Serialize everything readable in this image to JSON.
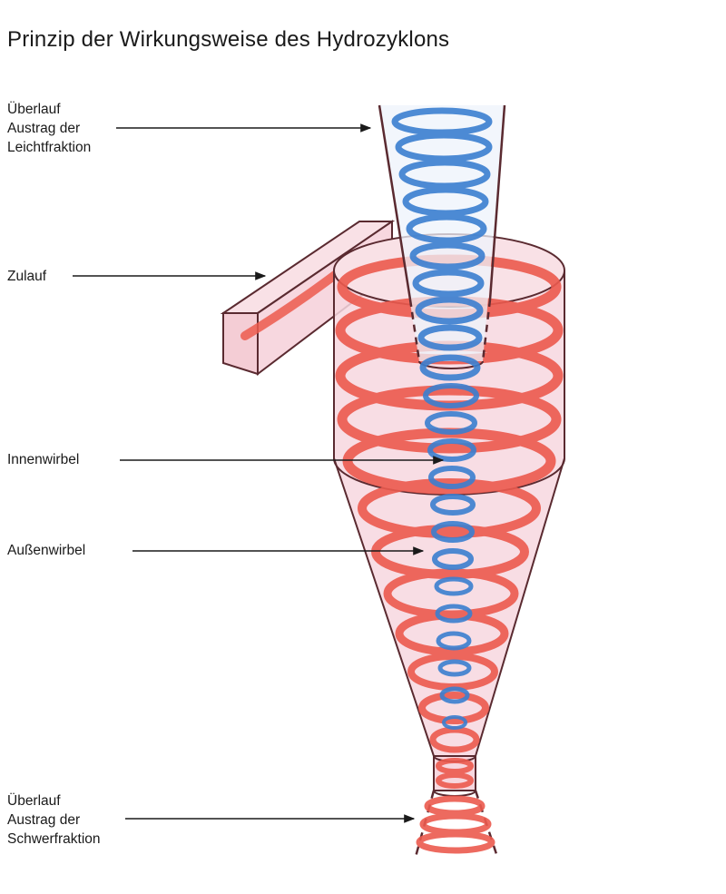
{
  "title": "Prinzip der Wirkungsweise des Hydrozyklons",
  "labels": {
    "overflow_light": [
      "Überlauf",
      "Austrag der",
      "Leichtfraktion"
    ],
    "inlet": [
      "Zulauf"
    ],
    "inner_vortex": [
      "Innenwirbel"
    ],
    "outer_vortex": [
      "Außenwirbel"
    ],
    "overflow_heavy": [
      "Überlauf",
      "Austrag der",
      "Schwerfraktion"
    ]
  },
  "colors": {
    "outer_vortex": "#ec5a4e",
    "inner_vortex": "#3b7fd0",
    "body_fill": "#f7d7df",
    "outline": "#5a2a30"
  }
}
